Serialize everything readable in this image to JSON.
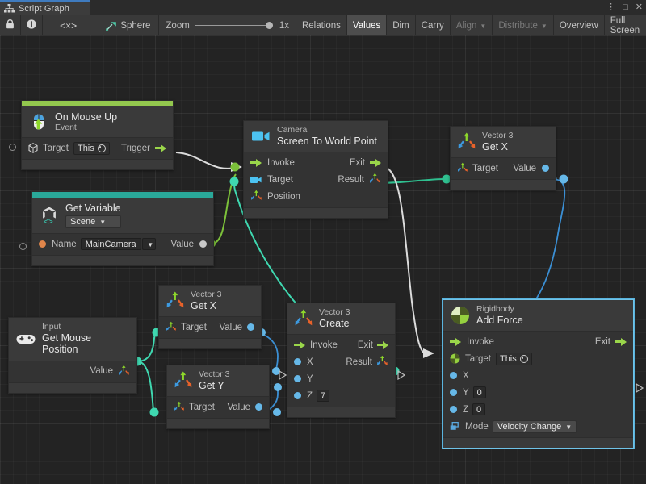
{
  "window": {
    "tab_title": "Script Graph",
    "tab_icon": "graph-icon",
    "controls": {
      "menu": "⋮",
      "maximize": "□",
      "close": "✕"
    }
  },
  "toolbar": {
    "lock_icon": "lock-icon",
    "info_icon": "info-icon",
    "code_label": "<×>",
    "target_icon": "sphere-icon",
    "target_label": "Sphere",
    "zoom_label": "Zoom",
    "zoom_value": "1x",
    "buttons": [
      {
        "label": "Relations",
        "active": false,
        "dim": false,
        "caret": false
      },
      {
        "label": "Values",
        "active": true,
        "dim": false,
        "caret": false
      },
      {
        "label": "Dim",
        "active": false,
        "dim": false,
        "caret": false
      },
      {
        "label": "Carry",
        "active": false,
        "dim": false,
        "caret": false
      },
      {
        "label": "Align",
        "active": false,
        "dim": true,
        "caret": true
      },
      {
        "label": "Distribute",
        "active": false,
        "dim": true,
        "caret": true
      },
      {
        "label": "Overview",
        "active": false,
        "dim": false,
        "caret": false
      },
      {
        "label": "Full Screen",
        "active": false,
        "dim": false,
        "caret": false
      }
    ]
  },
  "colors": {
    "accent_event": "#93c84e",
    "flow_green": "#9ad64a",
    "wire_white": "#dcdcdc",
    "wire_green": "#7cc13a",
    "wire_teal": "#3fd8b0",
    "wire_blue": "#3b8fd4",
    "camera_blue": "#4cc2f1",
    "rigidbody_green": "#95d13f",
    "variable_teal": "#2aa99a",
    "name_orange": "#e0854a",
    "value_blue": "#66b8e8",
    "selection": "#6fc3e8"
  },
  "nodes": [
    {
      "id": "on-mouse-up",
      "subtitle": "On Mouse Up",
      "title": "Event",
      "icon": "mouse-up-icon",
      "accent": "#93c84e",
      "rows": [
        {
          "type": "target",
          "label": "Target",
          "value": "This",
          "right_label": "Trigger",
          "right_port": "flow-out"
        }
      ]
    },
    {
      "id": "get-variable",
      "subtitle": "Get Variable",
      "title": "Scene",
      "icon": "unity-variable-icon",
      "accent": "#2aa99a",
      "rows": [
        {
          "type": "name",
          "label": "Name",
          "value": "MainCamera",
          "right_label": "Value"
        }
      ]
    },
    {
      "id": "camera-screen-to-world-point",
      "subtitle": "Camera",
      "title": "Screen To World Point",
      "icon": "camera-icon",
      "accent": null,
      "rows": [
        {
          "left_label": "Invoke",
          "right_label": "Exit"
        },
        {
          "left_label": "Target",
          "right_label": "Result"
        },
        {
          "left_label": "Position",
          "right_label": ""
        }
      ]
    },
    {
      "id": "vector3-get-x-top",
      "subtitle": "Vector 3",
      "title": "Get X",
      "icon": "vector3-icon",
      "accent": null,
      "rows": [
        {
          "left_label": "Target",
          "right_label": "Value"
        }
      ]
    },
    {
      "id": "input-get-mouse-position",
      "subtitle": "Input",
      "title": "Get Mouse Position",
      "icon": "gamepad-icon",
      "accent": null,
      "rows": [
        {
          "left_label": "",
          "right_label": "Value"
        }
      ]
    },
    {
      "id": "vector3-get-x-mid",
      "subtitle": "Vector 3",
      "title": "Get X",
      "icon": "vector3-icon",
      "accent": null,
      "rows": [
        {
          "left_label": "Target",
          "right_label": "Value"
        }
      ]
    },
    {
      "id": "vector3-get-y",
      "subtitle": "Vector 3",
      "title": "Get Y",
      "icon": "vector3-icon",
      "accent": null,
      "rows": [
        {
          "left_label": "Target",
          "right_label": "Value"
        }
      ]
    },
    {
      "id": "vector3-create",
      "subtitle": "Vector 3",
      "title": "Create",
      "icon": "vector3-icon",
      "accent": null,
      "rows": [
        {
          "left_label": "Invoke",
          "right_label": "Exit"
        },
        {
          "left_label": "X",
          "right_label": "Result"
        },
        {
          "left_label": "Y",
          "right_label": ""
        },
        {
          "left_label": "Z",
          "value": "7",
          "right_label": ""
        }
      ]
    },
    {
      "id": "rigidbody-add-force",
      "subtitle": "Rigidbody",
      "title": "Add Force",
      "icon": "rigidbody-icon",
      "accent": null,
      "selected": true,
      "rows": [
        {
          "left_label": "Invoke",
          "right_label": "Exit"
        },
        {
          "left_label": "Target",
          "value": "This"
        },
        {
          "left_label": "X",
          "value": ""
        },
        {
          "left_label": "Y",
          "value": "0"
        },
        {
          "left_label": "Z",
          "value": "0"
        },
        {
          "left_label": "Mode",
          "value": "Velocity Change"
        }
      ]
    }
  ]
}
